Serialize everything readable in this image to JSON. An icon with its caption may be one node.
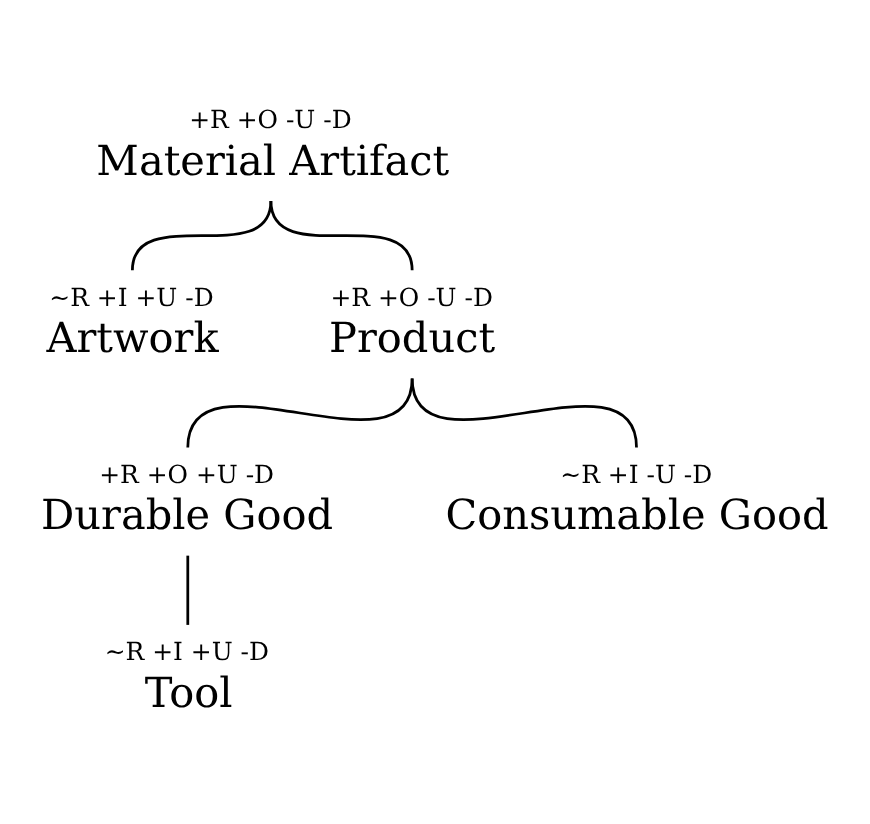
{
  "diagram": {
    "nodes": [
      {
        "text": [
          "+R +O -U -D",
          "Material Artifact"
        ]
      },
      {
        "text": [
          "∼R +I +U -D",
          "Artwork"
        ]
      },
      {
        "text": [
          "+R +O -U -D",
          "Product"
        ]
      },
      {
        "text": [
          "+R +O +U -D",
          "Durable Good"
        ]
      },
      {
        "text": [
          "∼R +I -U -D",
          "Consumable Good"
        ]
      },
      {
        "text": [
          "∼R +I +U -D",
          "Tool"
        ]
      }
    ],
    "edges": [
      {
        "from": 0,
        "to": 1,
        "arrow": "none"
      },
      {
        "from": 0,
        "to": 2,
        "arrow": "none"
      },
      {
        "from": 2,
        "to": 3,
        "arrow": "none"
      },
      {
        "from": 2,
        "to": 4,
        "arrow": "none"
      },
      {
        "from": 3,
        "to": 5,
        "arrow": "none"
      }
    ]
  }
}
